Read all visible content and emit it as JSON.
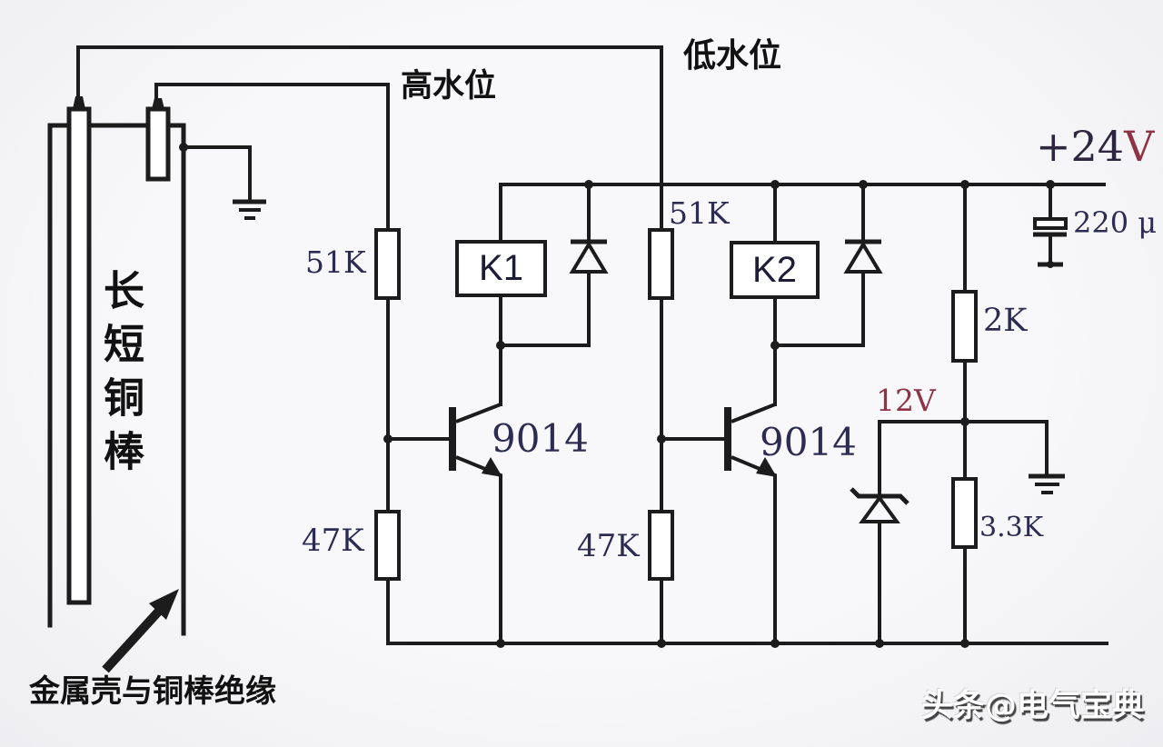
{
  "colors": {
    "background": "#f6f6f8",
    "line": "#1c1c1c",
    "value_text": "#2c2c52",
    "voltage_text": "#8e3344",
    "chinese_text": "#111111",
    "watermark_text": "#ffffff"
  },
  "power": {
    "label_value": "+24",
    "label_unit": "V"
  },
  "probes": {
    "high_level_label": "高水位",
    "low_level_label": "低水位",
    "tank_caption": "长短铜棒",
    "insulation_note": "金属壳与铜棒绝缘"
  },
  "components": {
    "r1": {
      "value": "51K"
    },
    "r2": {
      "value": "51K"
    },
    "r3": {
      "value": "47K"
    },
    "r4": {
      "value": "47K"
    },
    "r5": {
      "value": "2K"
    },
    "r6": {
      "value": "3.3K"
    },
    "relay1": {
      "label": "K1"
    },
    "relay2": {
      "label": "K2"
    },
    "q1": {
      "label": "9014"
    },
    "q2": {
      "label": "9014"
    },
    "zener": {
      "label": "12V"
    },
    "capacitor": {
      "label": "220 μ"
    }
  },
  "watermark": "头条@电气宝典"
}
